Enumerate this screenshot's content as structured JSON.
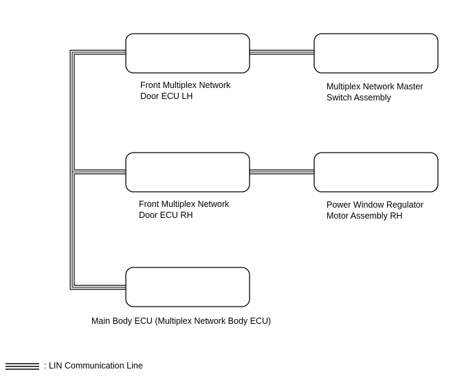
{
  "diagram": {
    "components": {
      "door_ecu_lh": {
        "line1": "Front Multiplex Network",
        "line2": "Door ECU LH"
      },
      "master_switch": {
        "line1": "Multiplex Network Master",
        "line2": "Switch Assembly"
      },
      "door_ecu_rh": {
        "line1": "Front Multiplex Network",
        "line2": "Door ECU RH"
      },
      "window_regulator_rh": {
        "line1": "Power Window Regulator",
        "line2": "Motor Assembly RH"
      },
      "main_body_ecu": {
        "label": "Main Body ECU (Multiplex Network Body ECU)"
      }
    },
    "legend": {
      "label": ": LIN Communication Line"
    }
  }
}
